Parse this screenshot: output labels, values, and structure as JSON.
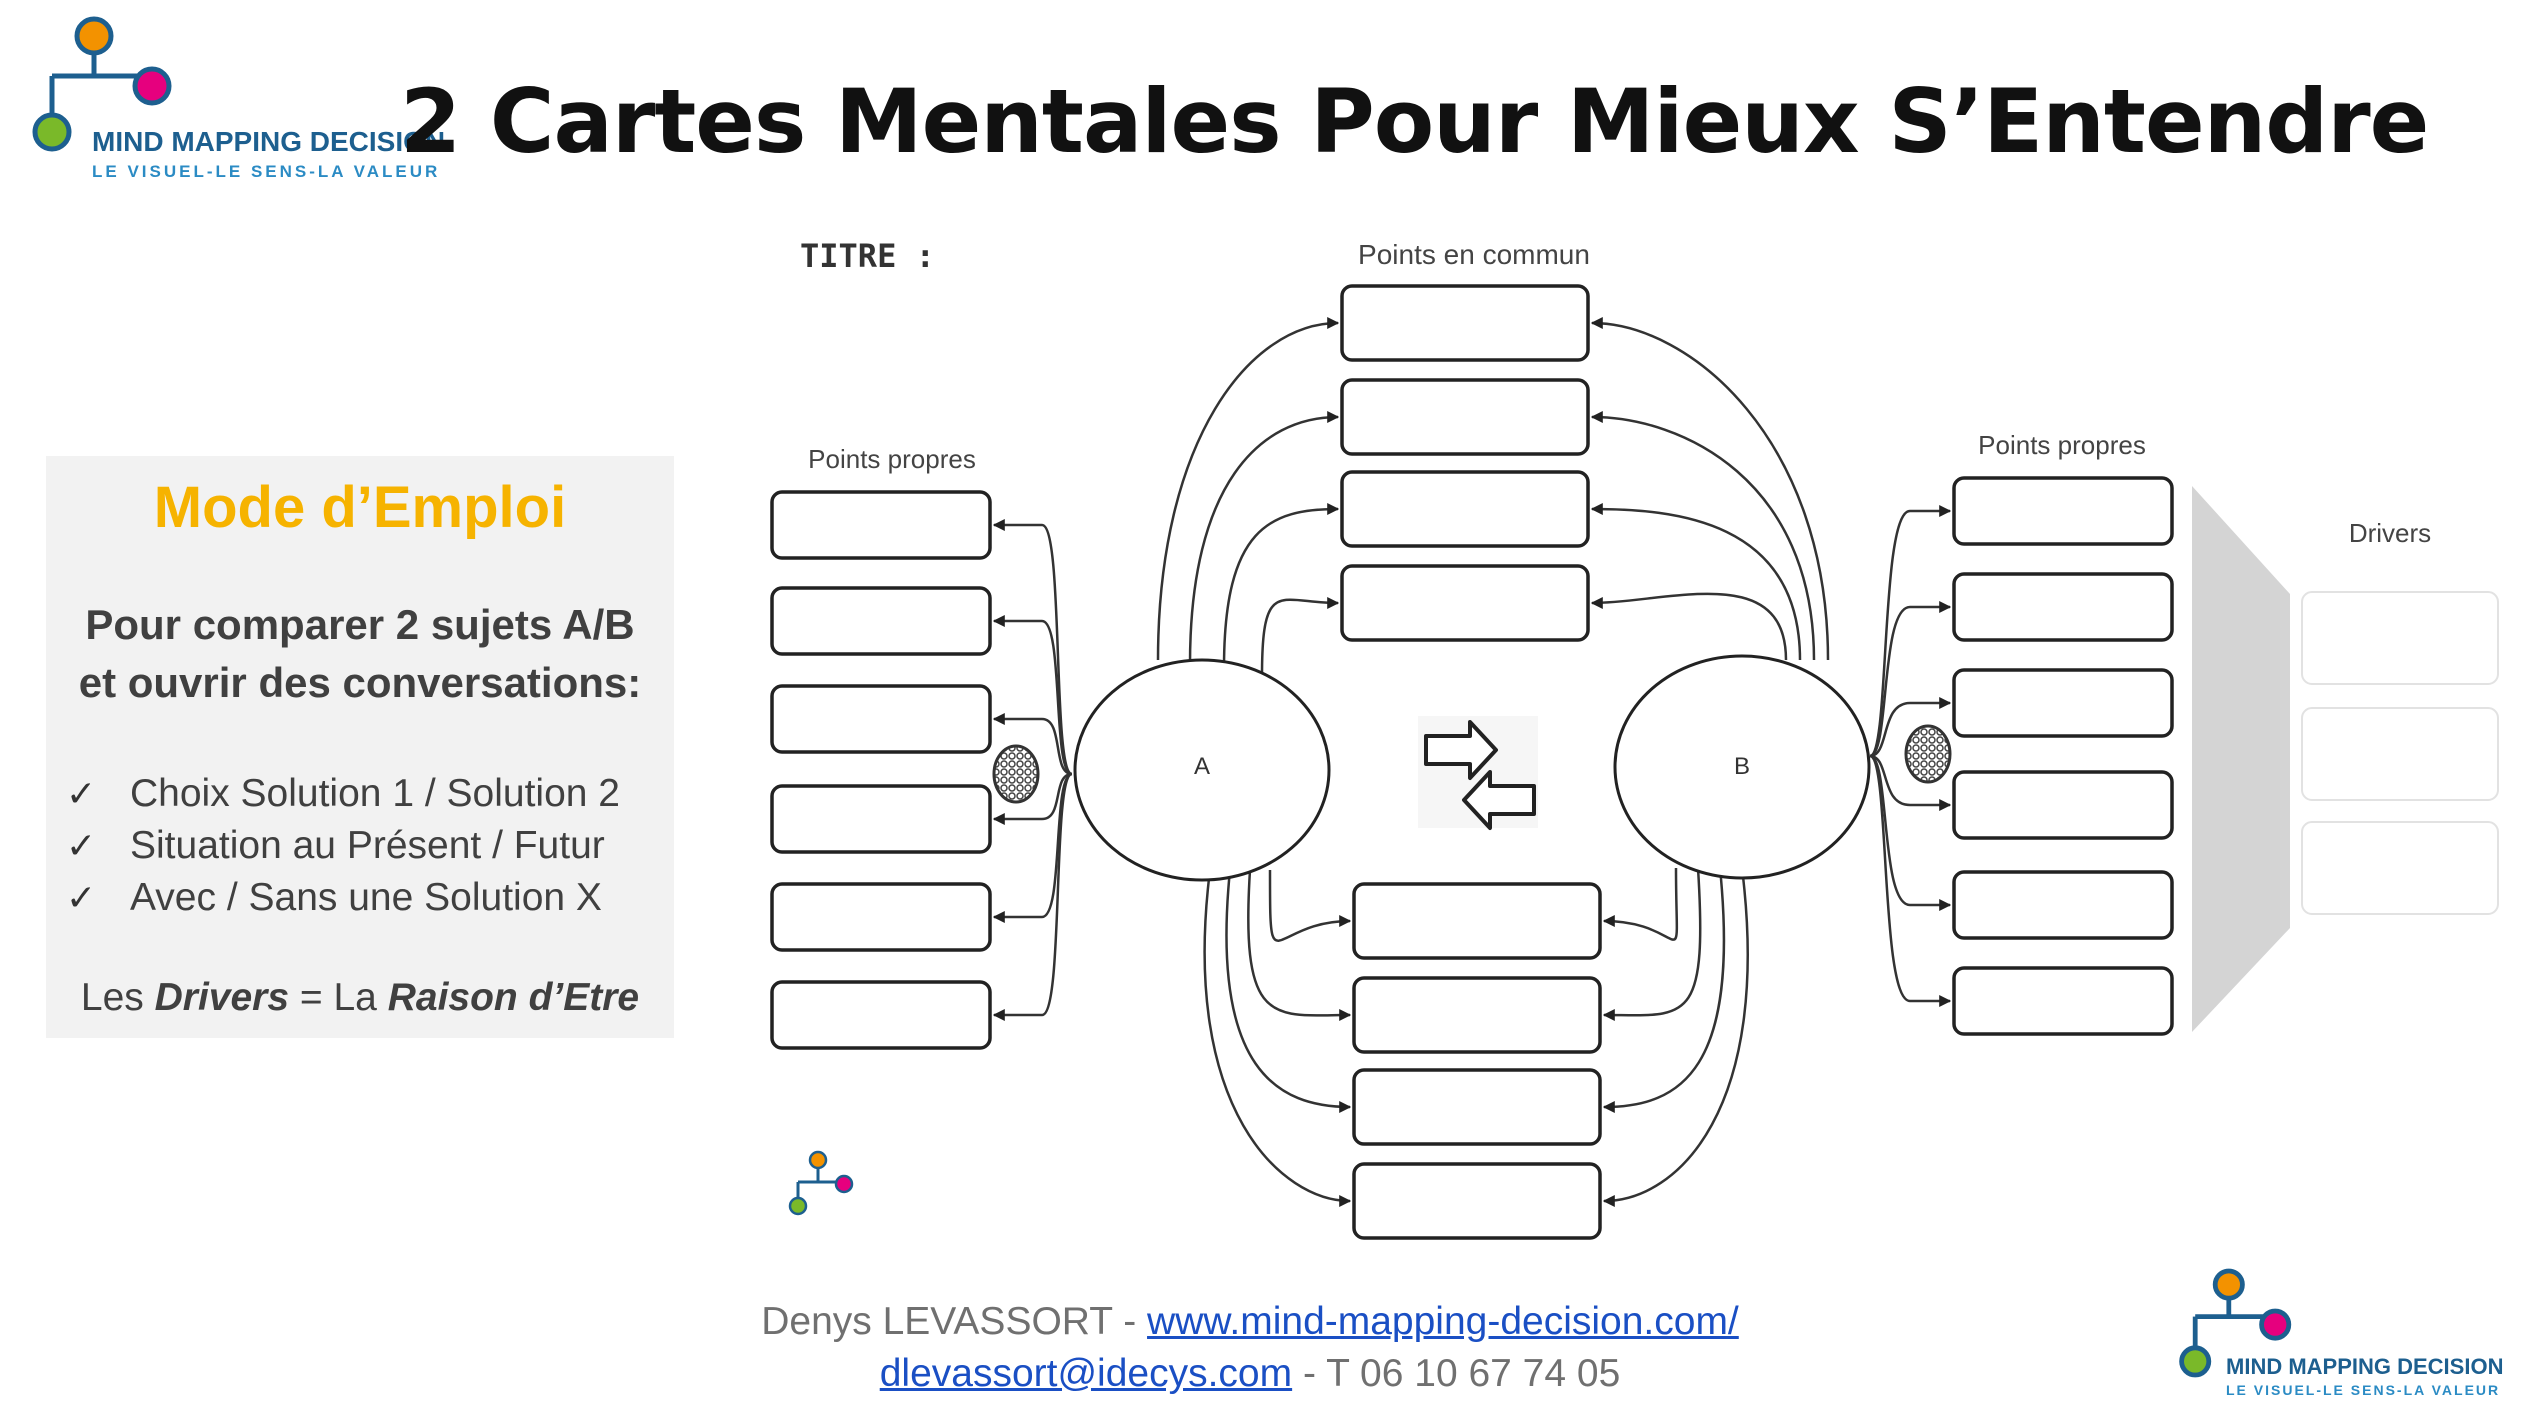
{
  "brand": {
    "name": "MIND MAPPING DECISION",
    "tagline": "LE VISUEL-LE SENS-LA VALEUR",
    "colors": {
      "orange": "#f39200",
      "magenta": "#e6007e",
      "green": "#7ab929",
      "navy": "#1d5f8f",
      "blue": "#2b8bc4"
    }
  },
  "title": "2 Cartes Mentales Pour Mieux S’Entendre",
  "mode_emploi": {
    "heading": "Mode d’Emploi",
    "intro_line1": "Pour comparer 2 sujets A/B",
    "intro_line2": "et ouvrir des conversations:",
    "items": [
      "Choix Solution 1 / Solution 2",
      "Situation au Présent / Futur",
      "Avec / Sans une Solution X"
    ],
    "drivers_prefix": "Les ",
    "drivers_word": "Drivers",
    "drivers_equals": " = La ",
    "drivers_reason": "Raison d’Etre"
  },
  "diagram": {
    "titre_label": "TITRE :",
    "common_label": "Points en commun",
    "left_label": "Points propres",
    "right_label": "Points propres",
    "drivers_label": "Drivers",
    "node_a": "A",
    "node_b": "B"
  },
  "footer": {
    "author": "Denys LEVASSORT",
    "separator": " - ",
    "website": "www.mind-mapping-decision.com/",
    "email": "dlevassort@idecys.com",
    "phone": " - T 06 10 67 74 05"
  }
}
